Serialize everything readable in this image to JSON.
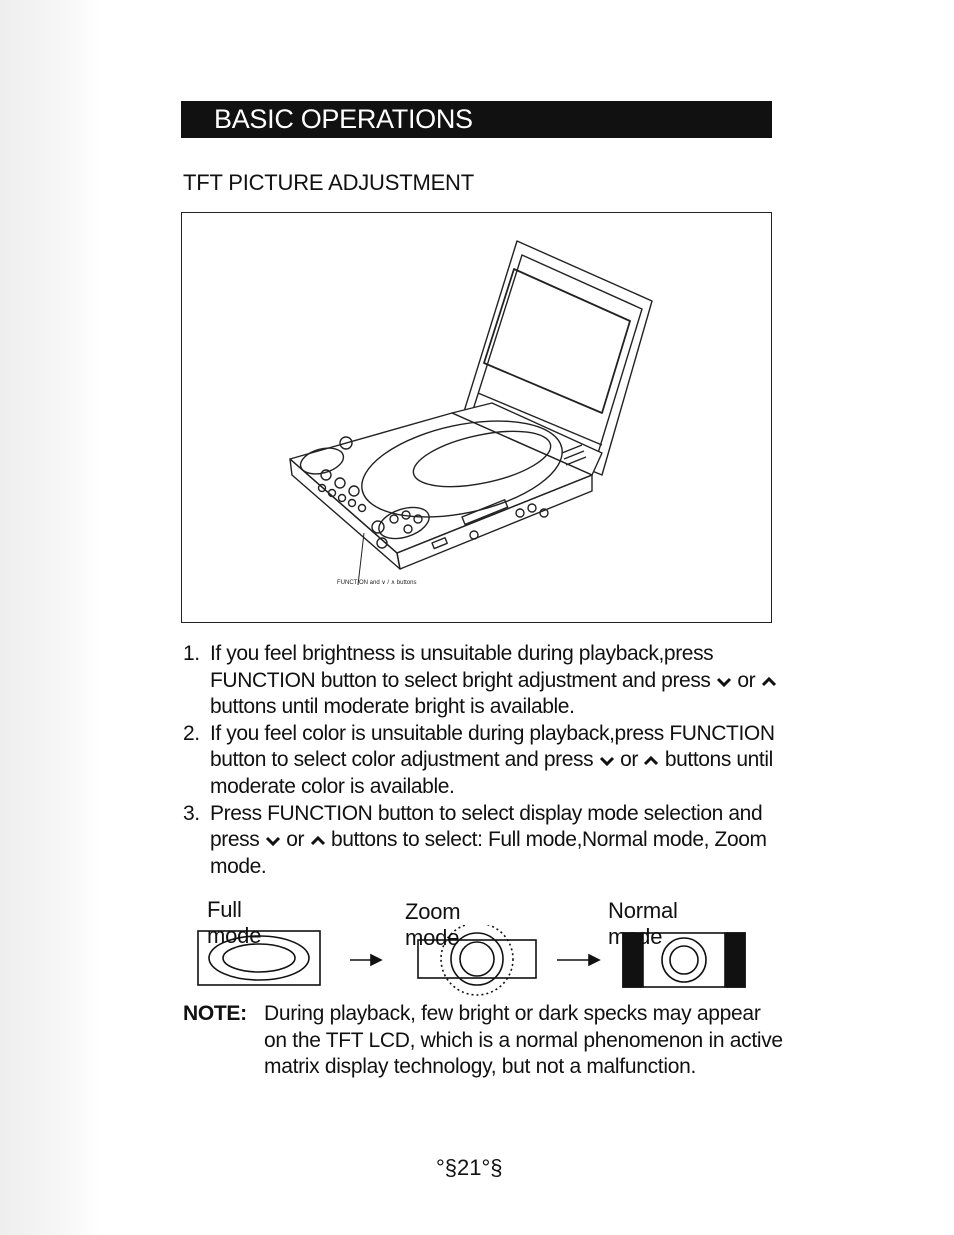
{
  "header": {
    "title": "BASIC OPERATIONS"
  },
  "section": {
    "title": "TFT PICTURE ADJUSTMENT"
  },
  "figure": {
    "callout_label": "FUNCTION and ∨ / ∧ buttons"
  },
  "steps": [
    {
      "num": "1.",
      "text_a": "If you feel brightness is unsuitable during playback,press FUNCTION button to select bright adjustment and press",
      "or": "or",
      "text_b": "buttons until moderate bright is available."
    },
    {
      "num": "2.",
      "text_a": "If you feel color is unsuitable during playback,press FUNCTION button to select color adjustment and press",
      "or": "or",
      "text_b": "buttons until moderate color is available."
    },
    {
      "num": "3.",
      "text_a": "Press FUNCTION button to select display mode selection and press",
      "or": "or",
      "text_b": "buttons to select: Full mode,Normal mode, Zoom mode."
    }
  ],
  "modes": {
    "full": "Full mode",
    "zoom": "Zoom mode",
    "normal": "Normal mode"
  },
  "note": {
    "label": "NOTE:",
    "text": "During playback, few bright or dark specks may appear on the TFT LCD, which is a normal phenomenon in active matrix display technology, but not a malfunction."
  },
  "page_number": "°§21°§"
}
